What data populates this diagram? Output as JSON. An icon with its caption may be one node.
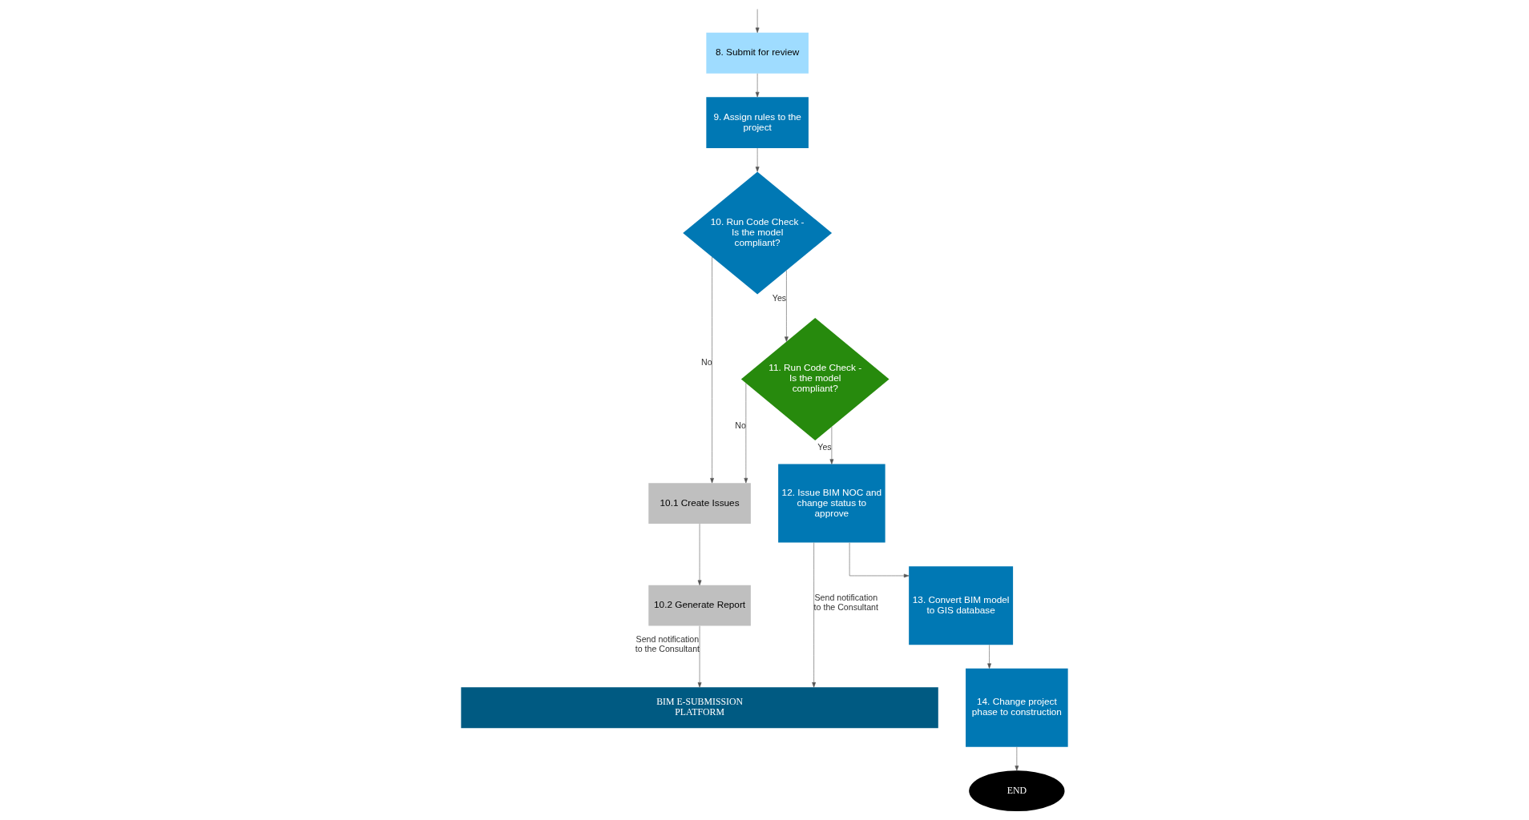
{
  "diagram": {
    "nodes": [
      {
        "text": [
          "8. Submit for review"
        ]
      },
      {
        "text": [
          "9. Assign rules to the project"
        ]
      },
      {
        "text": [
          "10. Run Code Check - Is the model compliant?"
        ]
      },
      {
        "text": [
          "10.1 Create Issues"
        ]
      },
      {
        "text": [
          "10.2 Generate Report"
        ]
      },
      {
        "text": [
          "11. Run Code Check - Is the model compliant?"
        ]
      },
      {
        "text": [
          "12. Issue BIM NOC and change status to approve"
        ]
      },
      {
        "text": [
          "13. Convert BIM model to GIS database"
        ]
      },
      {
        "text": [
          "14. Change project phase to construction"
        ]
      },
      {
        "text": [
          "END"
        ]
      },
      {
        "text": [
          "BIM E-SUBMISSION PLATFORM"
        ]
      }
    ],
    "edges": [
      {
        "from": null,
        "to": 0,
        "arrow": "to"
      },
      {
        "from": 0,
        "to": 1,
        "arrow": "to"
      },
      {
        "from": 1,
        "to": 2,
        "arrow": "to"
      },
      {
        "from": 2,
        "to": 5,
        "arrow": "to",
        "label": "Yes"
      },
      {
        "from": 2,
        "to": 3,
        "arrow": "to",
        "label": "No"
      },
      {
        "from": 3,
        "to": 4,
        "arrow": "to"
      },
      {
        "from": 4,
        "to": 10,
        "arrow": "to",
        "label": "Send notification to the Consultant"
      },
      {
        "from": 5,
        "to": 6,
        "arrow": "to",
        "label": "Yes"
      },
      {
        "from": 5,
        "to": 3,
        "arrow": "to",
        "label": "No"
      },
      {
        "from": 6,
        "to": 7,
        "arrow": "to"
      },
      {
        "from": 7,
        "to": 8,
        "arrow": "to"
      },
      {
        "from": 8,
        "to": 9,
        "arrow": "to"
      },
      {
        "from": 6,
        "to": 10,
        "arrow": "to",
        "label": "Send notification to the Consultant"
      }
    ]
  }
}
